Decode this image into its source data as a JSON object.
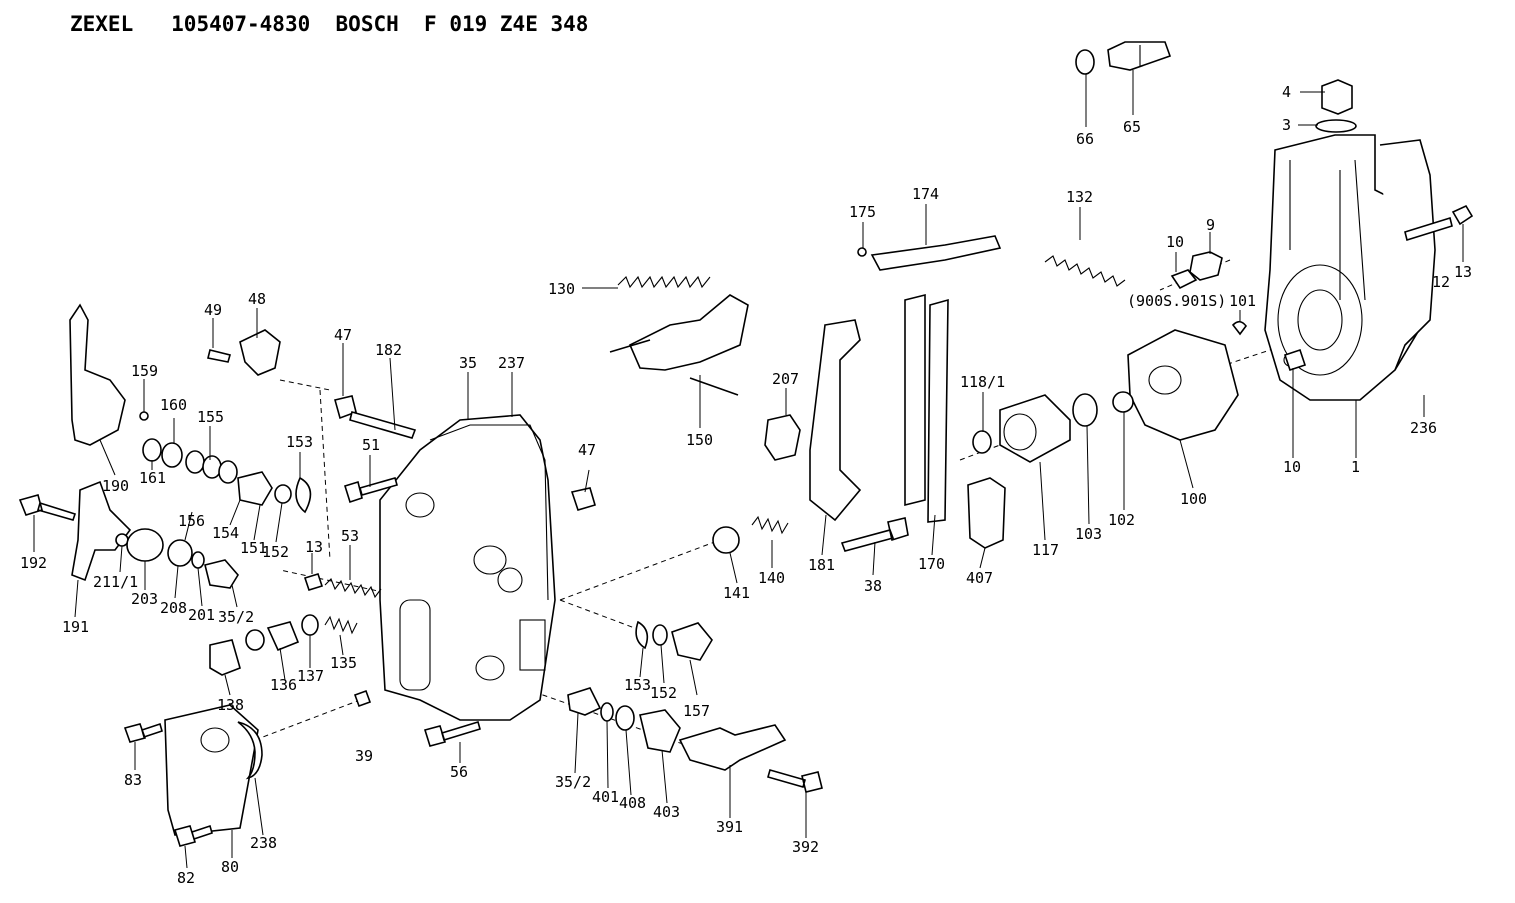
{
  "header": {
    "brand": "ZEXEL",
    "zexel_no": "105407-4830",
    "maker": "BOSCH",
    "bosch_no": "F 019 Z4E 348"
  },
  "parts": [
    {
      "id": "p4",
      "label": "4"
    },
    {
      "id": "p3",
      "label": "3"
    },
    {
      "id": "p66",
      "label": "66"
    },
    {
      "id": "p65",
      "label": "65"
    },
    {
      "id": "p175",
      "label": "175"
    },
    {
      "id": "p174",
      "label": "174"
    },
    {
      "id": "p132",
      "label": "132"
    },
    {
      "id": "p9",
      "label": "9"
    },
    {
      "id": "p10a",
      "label": "10"
    },
    {
      "id": "p13a",
      "label": "13"
    },
    {
      "id": "p12",
      "label": "12"
    },
    {
      "id": "p900",
      "label": "(900S.901S)"
    },
    {
      "id": "p101",
      "label": "101"
    },
    {
      "id": "p130",
      "label": "130"
    },
    {
      "id": "p49",
      "label": "49"
    },
    {
      "id": "p48",
      "label": "48"
    },
    {
      "id": "p47a",
      "label": "47"
    },
    {
      "id": "p182",
      "label": "182"
    },
    {
      "id": "p35",
      "label": "35"
    },
    {
      "id": "p237",
      "label": "237"
    },
    {
      "id": "p159",
      "label": "159"
    },
    {
      "id": "p160",
      "label": "160"
    },
    {
      "id": "p155",
      "label": "155"
    },
    {
      "id": "p153a",
      "label": "153"
    },
    {
      "id": "p207",
      "label": "207"
    },
    {
      "id": "p118",
      "label": "118/1"
    },
    {
      "id": "p150",
      "label": "150"
    },
    {
      "id": "p236",
      "label": "236"
    },
    {
      "id": "p190",
      "label": "190"
    },
    {
      "id": "p161",
      "label": "161"
    },
    {
      "id": "p51",
      "label": "51"
    },
    {
      "id": "p47b",
      "label": "47"
    },
    {
      "id": "p100",
      "label": "100"
    },
    {
      "id": "p10b",
      "label": "10"
    },
    {
      "id": "p1",
      "label": "1"
    },
    {
      "id": "p102",
      "label": "102"
    },
    {
      "id": "p103",
      "label": "103"
    },
    {
      "id": "p192",
      "label": "192"
    },
    {
      "id": "p156",
      "label": "156"
    },
    {
      "id": "p154",
      "label": "154"
    },
    {
      "id": "p151",
      "label": "151"
    },
    {
      "id": "p152a",
      "label": "152"
    },
    {
      "id": "p13b",
      "label": "13"
    },
    {
      "id": "p53",
      "label": "53"
    },
    {
      "id": "p117",
      "label": "117"
    },
    {
      "id": "p170",
      "label": "170"
    },
    {
      "id": "p407",
      "label": "407"
    },
    {
      "id": "p181",
      "label": "181"
    },
    {
      "id": "p140",
      "label": "140"
    },
    {
      "id": "p141",
      "label": "141"
    },
    {
      "id": "p38",
      "label": "38"
    },
    {
      "id": "p211",
      "label": "211/1"
    },
    {
      "id": "p203",
      "label": "203"
    },
    {
      "id": "p208",
      "label": "208"
    },
    {
      "id": "p201",
      "label": "201"
    },
    {
      "id": "p352a",
      "label": "35/2"
    },
    {
      "id": "p191",
      "label": "191"
    },
    {
      "id": "p138",
      "label": "138"
    },
    {
      "id": "p136",
      "label": "136"
    },
    {
      "id": "p137",
      "label": "137"
    },
    {
      "id": "p135",
      "label": "135"
    },
    {
      "id": "p153b",
      "label": "153"
    },
    {
      "id": "p152b",
      "label": "152"
    },
    {
      "id": "p157",
      "label": "157"
    },
    {
      "id": "p39",
      "label": "39"
    },
    {
      "id": "p56",
      "label": "56"
    },
    {
      "id": "p83",
      "label": "83"
    },
    {
      "id": "p238",
      "label": "238"
    },
    {
      "id": "p82",
      "label": "82"
    },
    {
      "id": "p80",
      "label": "80"
    },
    {
      "id": "p352b",
      "label": "35/2"
    },
    {
      "id": "p401",
      "label": "401"
    },
    {
      "id": "p408",
      "label": "408"
    },
    {
      "id": "p403",
      "label": "403"
    },
    {
      "id": "p391",
      "label": "391"
    },
    {
      "id": "p392",
      "label": "392"
    }
  ]
}
